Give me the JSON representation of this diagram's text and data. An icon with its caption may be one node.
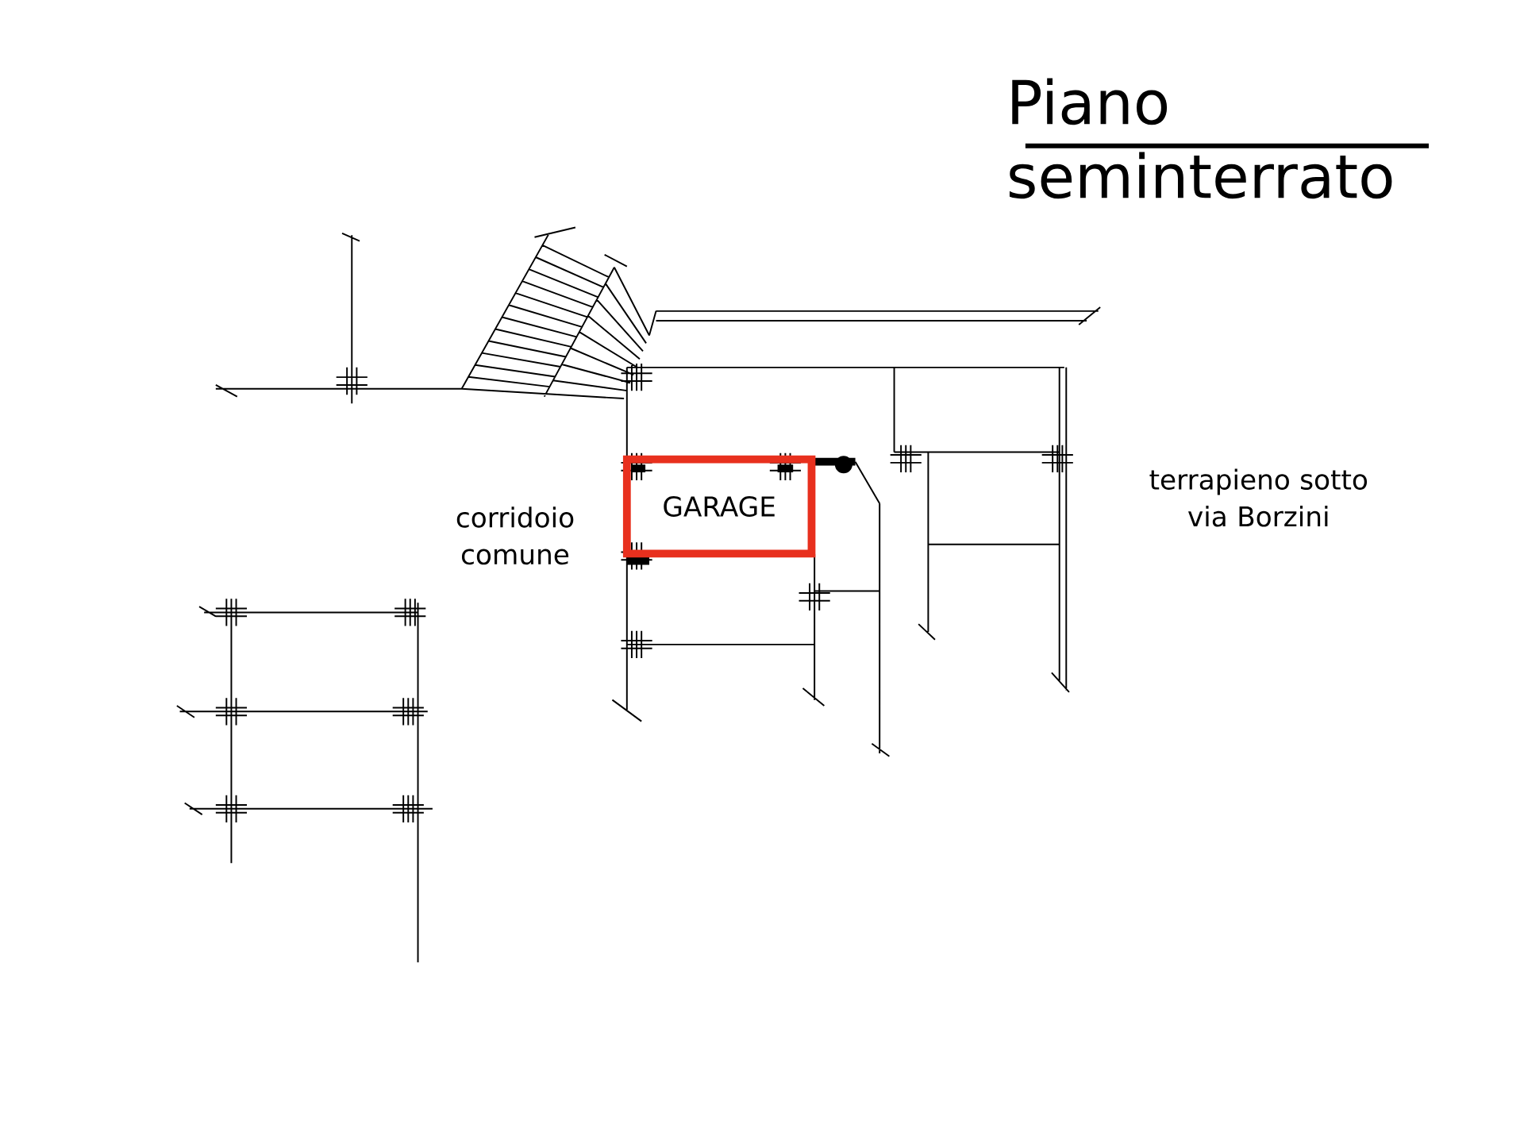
{
  "diagram": {
    "title": "Piano seminterrato",
    "nodes": [
      {
        "text": [
          "GARAGE"
        ]
      }
    ],
    "labels": [
      "corridoio comune",
      "terrapieno sotto via Borzini"
    ]
  }
}
